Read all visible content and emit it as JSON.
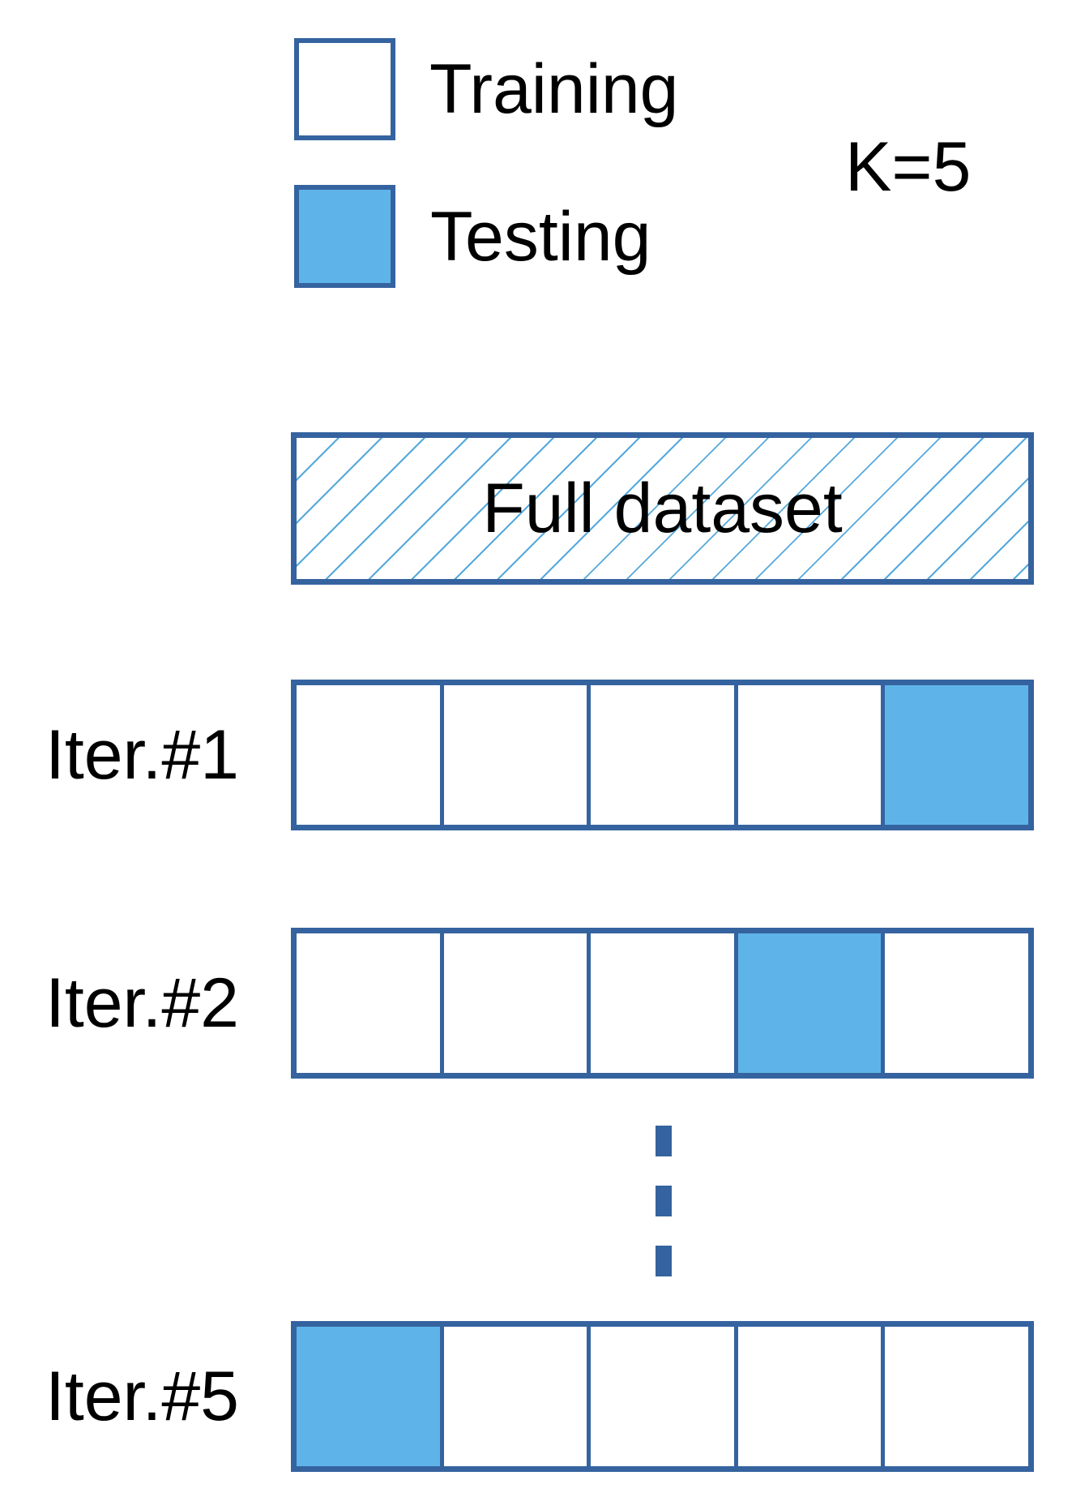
{
  "k_label": "K=5",
  "legend": {
    "training": {
      "label": "Training",
      "swatch": "white-outlined-square"
    },
    "testing": {
      "label": "Testing",
      "swatch": "blue-filled-square"
    }
  },
  "full_dataset": {
    "label": "Full dataset",
    "pattern": "diagonal-hatch"
  },
  "iterations": [
    {
      "label": "Iter.#1",
      "cells": [
        "training",
        "training",
        "training",
        "training",
        "testing"
      ]
    },
    {
      "label": "Iter.#2",
      "cells": [
        "training",
        "training",
        "training",
        "testing",
        "training"
      ]
    },
    {
      "label": "Iter.#5",
      "cells": [
        "testing",
        "training",
        "training",
        "training",
        "training"
      ]
    }
  ],
  "ellipsis": {
    "dash_count": 3,
    "orientation": "vertical"
  },
  "colors": {
    "border": "#35639F",
    "testing_fill": "#5EB4E8",
    "hatch_line": "#55A9DC",
    "text": "#000000"
  }
}
